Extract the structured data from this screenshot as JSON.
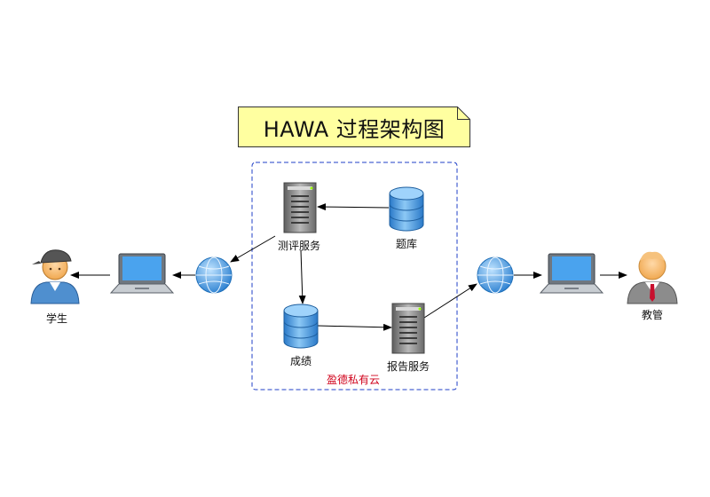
{
  "title": "HAWA 过程架构图",
  "nodes": {
    "student": "学生",
    "admin": "教管",
    "eval_service": "测评服务",
    "question_bank": "题库",
    "scores": "成绩",
    "report_service": "报告服务"
  },
  "cloud": {
    "label": "盈德私有云",
    "border_color": "#1f3fc7",
    "label_color": "#d0021b"
  },
  "colors": {
    "note_fill": "#ffffa0",
    "database": "#4a9fe0",
    "server": "#7a7a7a",
    "globe": "#3a8fdc"
  },
  "icons": {
    "student": "student-user-icon",
    "admin": "admin-user-icon",
    "laptop": "laptop-icon",
    "globe": "globe-icon",
    "server": "server-icon",
    "database": "database-icon"
  }
}
